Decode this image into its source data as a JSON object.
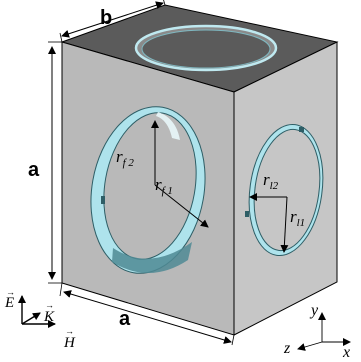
{
  "dimensions": {
    "width_label": "b",
    "height_label": "a",
    "depth_label": "a"
  },
  "radii": {
    "front_outer": {
      "base": "r",
      "sub": "f 2"
    },
    "front_inner": {
      "base": "r",
      "sub": "f 1"
    },
    "side_outer": {
      "base": "r",
      "sub": "l2"
    },
    "side_inner": {
      "base": "r",
      "sub": "l1"
    }
  },
  "incident_field": {
    "e_label": "E",
    "k_label": "K",
    "h_label": "H",
    "vector_mark": "→"
  },
  "axes": {
    "x_label": "x",
    "y_label": "y",
    "z_label": "z"
  },
  "colors": {
    "front_face": "#b9b9b9",
    "side_face": "#c6c6c6",
    "top_face": "#5b5b5b",
    "ring": "#aee3ec",
    "ring_shadow": "#4f8a94",
    "outline": "#000000"
  }
}
